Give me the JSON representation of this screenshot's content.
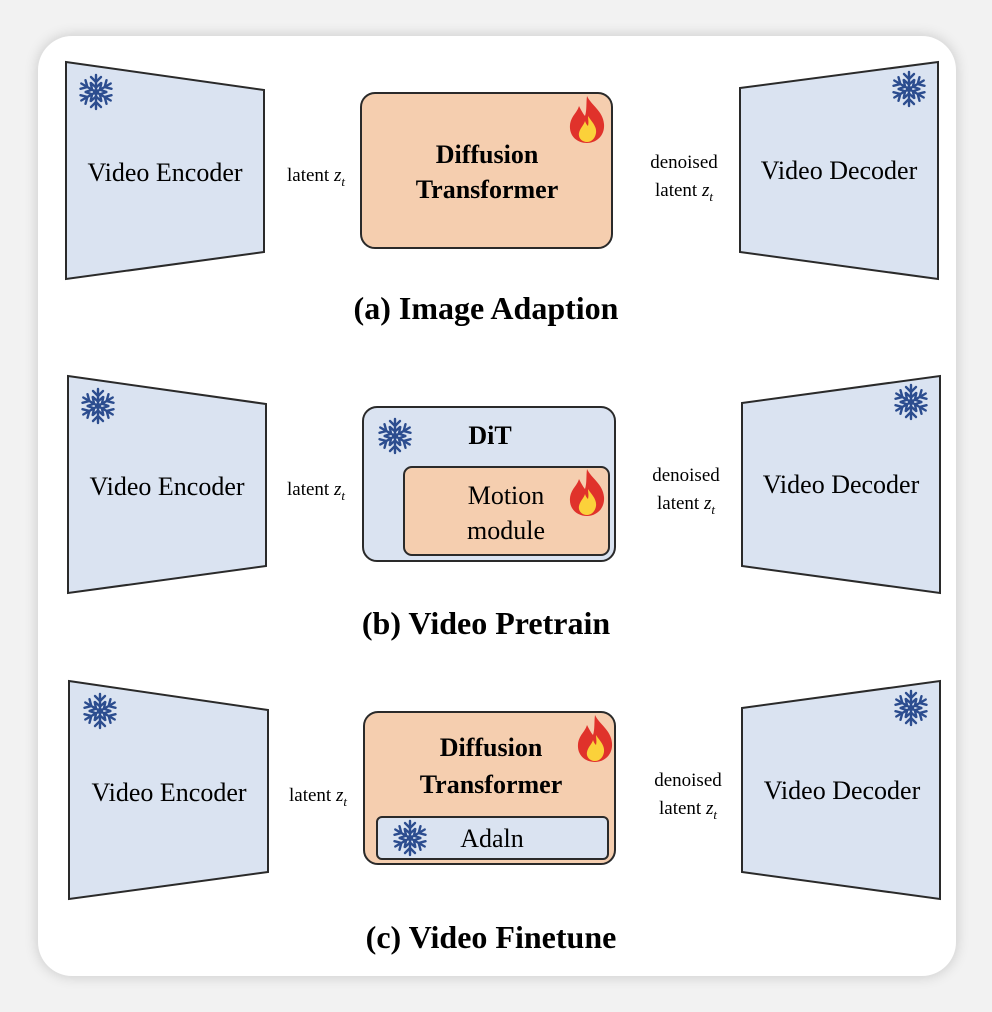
{
  "colors": {
    "frozen_fill": "#dae3f1",
    "trainable_fill": "#f5ceaf",
    "stroke": "#2a2a2a",
    "snowflake": "#2c4d8f",
    "flame_outer": "#e0322b",
    "flame_inner": "#fbd13a"
  },
  "icons": {
    "frozen": "snowflake-icon",
    "trainable": "flame-icon"
  },
  "panels": [
    {
      "id": "a",
      "caption": "(a) Image Adaption",
      "encoder": {
        "label": "Video Encoder"
      },
      "latent_in": {
        "text": "latent ",
        "symbol": "z",
        "subscript": "t"
      },
      "center": {
        "title_line1": "Diffusion",
        "title_line2": "Transformer"
      },
      "latent_out": {
        "line1": "denoised",
        "text": "latent ",
        "symbol": "z",
        "subscript": "t"
      },
      "decoder": {
        "label": "Video Decoder"
      }
    },
    {
      "id": "b",
      "caption": "(b) Video Pretrain",
      "encoder": {
        "label": "Video Encoder"
      },
      "latent_in": {
        "text": "latent ",
        "symbol": "z",
        "subscript": "t"
      },
      "center": {
        "title": "DiT",
        "inner_line1": "Motion",
        "inner_line2": "module"
      },
      "latent_out": {
        "line1": "denoised",
        "text": "latent ",
        "symbol": "z",
        "subscript": "t"
      },
      "decoder": {
        "label": "Video Decoder"
      }
    },
    {
      "id": "c",
      "caption": "(c) Video Finetune",
      "encoder": {
        "label": "Video Encoder"
      },
      "latent_in": {
        "text": "latent ",
        "symbol": "z",
        "subscript": "t"
      },
      "center": {
        "title_line1": "Diffusion",
        "title_line2": "Transformer",
        "inner": "Adaln"
      },
      "latent_out": {
        "line1": "denoised",
        "text": "latent ",
        "symbol": "z",
        "subscript": "t"
      },
      "decoder": {
        "label": "Video Decoder"
      }
    }
  ]
}
